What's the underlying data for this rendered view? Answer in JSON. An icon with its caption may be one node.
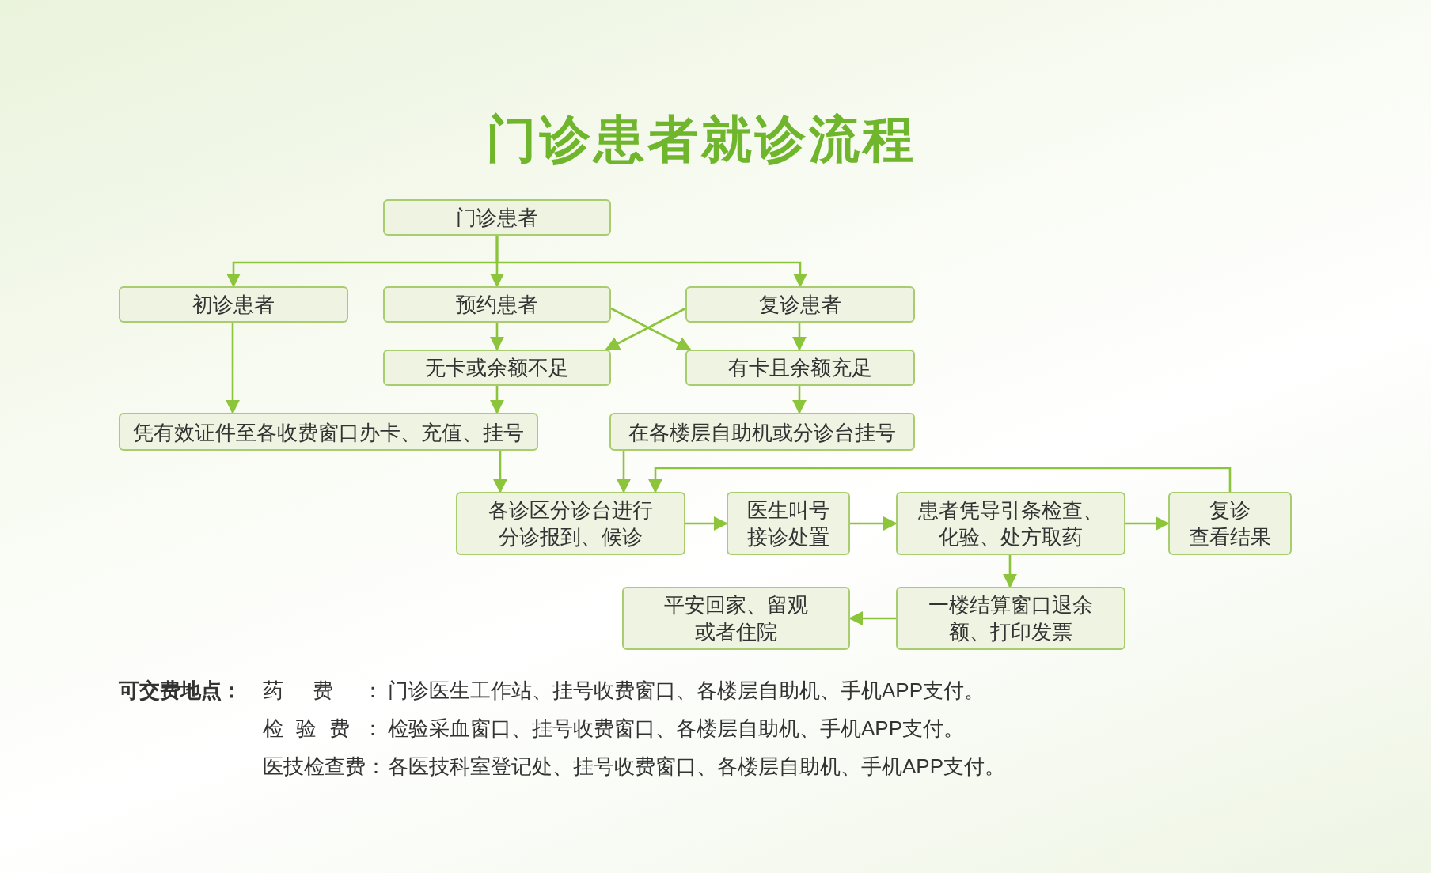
{
  "diagram": {
    "title": "门诊患者就诊流程",
    "nodes": [
      {
        "text": [
          "门诊患者"
        ]
      },
      {
        "text": [
          "初诊患者"
        ]
      },
      {
        "text": [
          "预约患者"
        ]
      },
      {
        "text": [
          "复诊患者"
        ]
      },
      {
        "text": [
          "无卡或余额不足"
        ]
      },
      {
        "text": [
          "有卡且余额充足"
        ]
      },
      {
        "text": [
          "凭有效证件至各收费窗口办卡、充值、挂号"
        ]
      },
      {
        "text": [
          "在各楼层自助机或分诊台挂号"
        ]
      },
      {
        "text": [
          "各诊区分诊台进行分诊报到、候诊"
        ]
      },
      {
        "text": [
          "医生叫号接诊处置"
        ]
      },
      {
        "text": [
          "患者凭导引条检查、化验、处方取药"
        ]
      },
      {
        "text": [
          "复诊",
          "查看结果"
        ]
      },
      {
        "text": [
          "平安回家、留观或者住院"
        ]
      },
      {
        "text": [
          "一楼结算窗口退余额、打印发票"
        ]
      }
    ],
    "edges": [
      {
        "from": 0,
        "to": 1,
        "arrow": "to"
      },
      {
        "from": 0,
        "to": 2,
        "arrow": "to"
      },
      {
        "from": 0,
        "to": 3,
        "arrow": "to"
      },
      {
        "from": 2,
        "to": 4,
        "arrow": "to"
      },
      {
        "from": 2,
        "to": 5,
        "arrow": "to"
      },
      {
        "from": 3,
        "to": 4,
        "arrow": "to"
      },
      {
        "from": 3,
        "to": 5,
        "arrow": "to"
      },
      {
        "from": 1,
        "to": 6,
        "arrow": "to"
      },
      {
        "from": 4,
        "to": 6,
        "arrow": "to"
      },
      {
        "from": 5,
        "to": 7,
        "arrow": "to"
      },
      {
        "from": 6,
        "to": 8,
        "arrow": "to"
      },
      {
        "from": 7,
        "to": 8,
        "arrow": "to"
      },
      {
        "from": 8,
        "to": 9,
        "arrow": "to"
      },
      {
        "from": 9,
        "to": 10,
        "arrow": "to"
      },
      {
        "from": 10,
        "to": 11,
        "arrow": "to"
      },
      {
        "from": 11,
        "to": 8,
        "arrow": "to"
      },
      {
        "from": 10,
        "to": 13,
        "arrow": "to"
      },
      {
        "from": 13,
        "to": 12,
        "arrow": "to"
      }
    ],
    "labels": [
      "可交费地点：",
      "药费：",
      "门诊医生工作站、挂号收费窗口、各楼层自助机、手机APP支付。",
      "检验费：",
      "检验采血窗口、挂号收费窗口、各楼层自助机、手机APP支付。",
      "医技检查费：",
      "各医技科室登记处、挂号收费窗口、各楼层自助机、手机APP支付。"
    ]
  }
}
